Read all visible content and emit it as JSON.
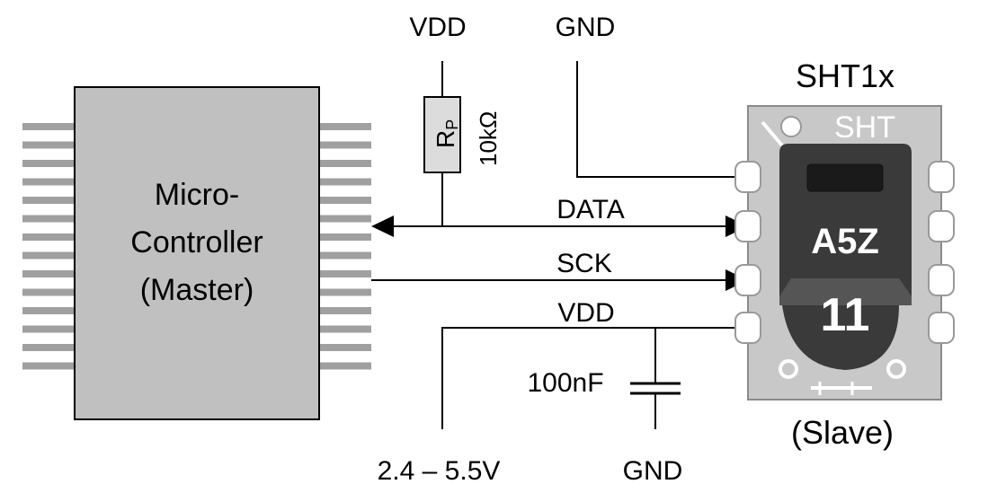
{
  "microcontroller": {
    "line1": "Micro-",
    "line2": "Controller",
    "line3": "(Master)",
    "pins_per_side": 14,
    "body_color": "#c0c0c0",
    "pin_color": "#a0a0a0"
  },
  "resistor": {
    "symbol": "R",
    "subscript": "P",
    "value": "10kΩ"
  },
  "supply": {
    "top_vdd": "VDD",
    "top_gnd": "GND"
  },
  "signals": {
    "data": "DATA",
    "sck": "SCK",
    "vdd": "VDD"
  },
  "capacitor": {
    "value": "100nF",
    "gnd": "GND"
  },
  "voltage_range": "2.4 – 5.5V",
  "sensor": {
    "title": "SHT1x",
    "board_text": "SHT",
    "chip_line1": "A5Z",
    "chip_line2": "11",
    "role": "(Slave)",
    "board_color": "#c8c8c8",
    "chip_color": "#3a3a3a"
  }
}
